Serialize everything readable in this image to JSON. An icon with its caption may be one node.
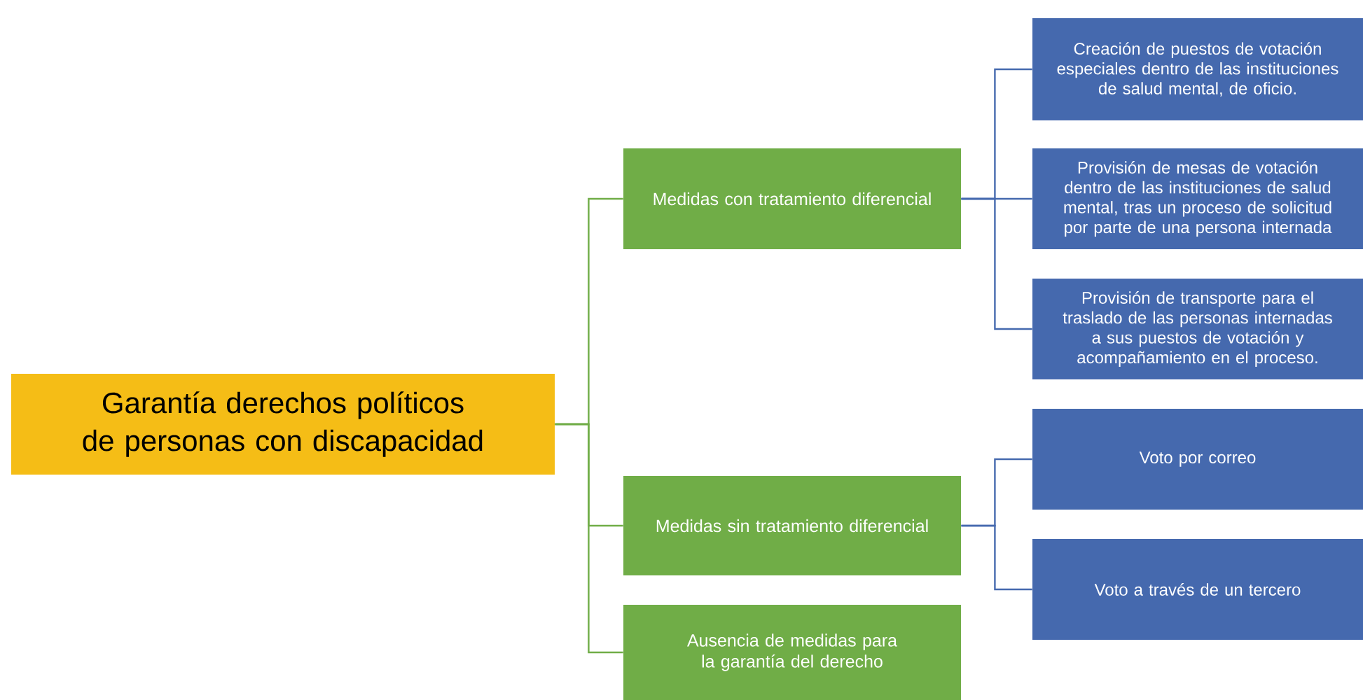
{
  "diagram": {
    "nodes": [
      {
        "text": [
          "Garantía derechos políticos de personas con discapacidad"
        ]
      },
      {
        "text": [
          "Medidas con tratamiento diferencial"
        ]
      },
      {
        "text": [
          "Creación de puestos de votación especiales dentro de las instituciones de salud mental, de oficio."
        ]
      },
      {
        "text": [
          "Provisión de mesas de votación dentro de las instituciones de salud mental, tras un proceso de solicitud por parte de una persona internada"
        ]
      },
      {
        "text": [
          "Provisión de transporte para el traslado de las personas internadas a sus puestos de votación y acompañamiento en el proceso."
        ]
      },
      {
        "text": [
          "Medidas sin tratamiento diferencial"
        ]
      },
      {
        "text": [
          "Voto por correo"
        ]
      },
      {
        "text": [
          "Voto a través de un tercero"
        ]
      },
      {
        "text": [
          "Ausencia de medidas para la garantía del derecho"
        ]
      }
    ],
    "edges": [
      {
        "from": 0,
        "to": 1,
        "arrow": "none",
        "color": "#70ad47"
      },
      {
        "from": 0,
        "to": 5,
        "arrow": "none",
        "color": "#70ad47"
      },
      {
        "from": 0,
        "to": 8,
        "arrow": "none",
        "color": "#70ad47"
      },
      {
        "from": 1,
        "to": 2,
        "arrow": "none"
      },
      {
        "from": 1,
        "to": 3,
        "arrow": "none"
      },
      {
        "from": 1,
        "to": 4,
        "arrow": "none"
      },
      {
        "from": 5,
        "to": 6,
        "arrow": "none"
      },
      {
        "from": 5,
        "to": 7,
        "arrow": "none"
      }
    ]
  }
}
